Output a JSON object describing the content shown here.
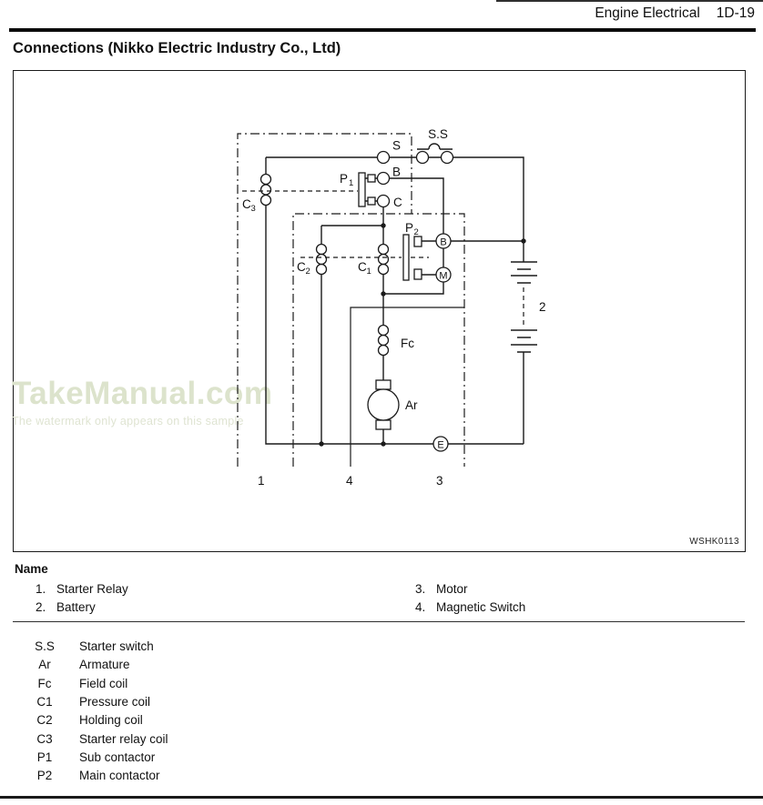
{
  "header": {
    "section": "Engine Electrical",
    "page": "1D-19"
  },
  "title": "Connections (Nikko Electric Industry Co., Ltd)",
  "watermark": {
    "line1": "TakeManual.com",
    "line2": "The watermark only appears on this sample"
  },
  "diagram": {
    "code": "WSHK0113",
    "labels": {
      "ss": "S.S",
      "s": "S",
      "b": "B",
      "c": "C",
      "fc": "Fc",
      "ar": "Ar",
      "p1": {
        "main": "P",
        "sub": "1"
      },
      "p2": {
        "main": "P",
        "sub": "2"
      },
      "c1": {
        "main": "C",
        "sub": "1"
      },
      "c2": {
        "main": "C",
        "sub": "2"
      },
      "c3": {
        "main": "C",
        "sub": "3"
      },
      "term_b": "B",
      "term_m": "M",
      "term_e": "E",
      "num_battery": "2",
      "num_starter_relay": "1",
      "num_magnetic_switch": "4",
      "num_motor": "3"
    }
  },
  "name_section": {
    "title": "Name",
    "items": [
      {
        "num": "1.",
        "label": "Starter Relay"
      },
      {
        "num": "2.",
        "label": "Battery"
      },
      {
        "num": "3.",
        "label": "Motor"
      },
      {
        "num": "4.",
        "label": "Magnetic Switch"
      }
    ]
  },
  "legend": {
    "rows": [
      {
        "abbr": "S.S",
        "desc": "Starter switch"
      },
      {
        "abbr": "Ar",
        "desc": "Armature"
      },
      {
        "abbr": "Fc",
        "desc": "Field coil"
      },
      {
        "abbr": "C1",
        "desc": "Pressure coil"
      },
      {
        "abbr": "C2",
        "desc": "Holding coil"
      },
      {
        "abbr": "C3",
        "desc": "Starter relay coil"
      },
      {
        "abbr": "P1",
        "desc": "Sub contactor"
      },
      {
        "abbr": "P2",
        "desc": "Main contactor"
      }
    ]
  },
  "colors": {
    "line": "#1a1a1a",
    "watermark": "#dce3cc"
  }
}
